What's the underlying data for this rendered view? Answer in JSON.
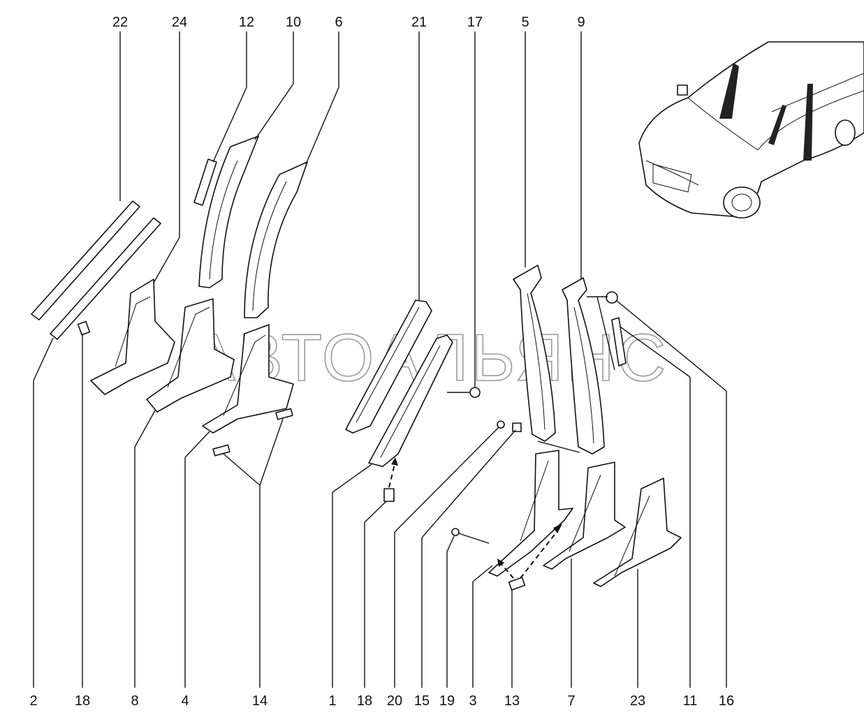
{
  "watermark": "АВТОАЛЬЯНС",
  "callouts_top": [
    "22",
    "24",
    "12",
    "10",
    "6",
    "21",
    "17",
    "5",
    "9"
  ],
  "callouts_bottom": [
    "2",
    "18",
    "8",
    "4",
    "14",
    "1",
    "18",
    "20",
    "15",
    "19",
    "3",
    "13",
    "7",
    "23",
    "11",
    "16"
  ]
}
